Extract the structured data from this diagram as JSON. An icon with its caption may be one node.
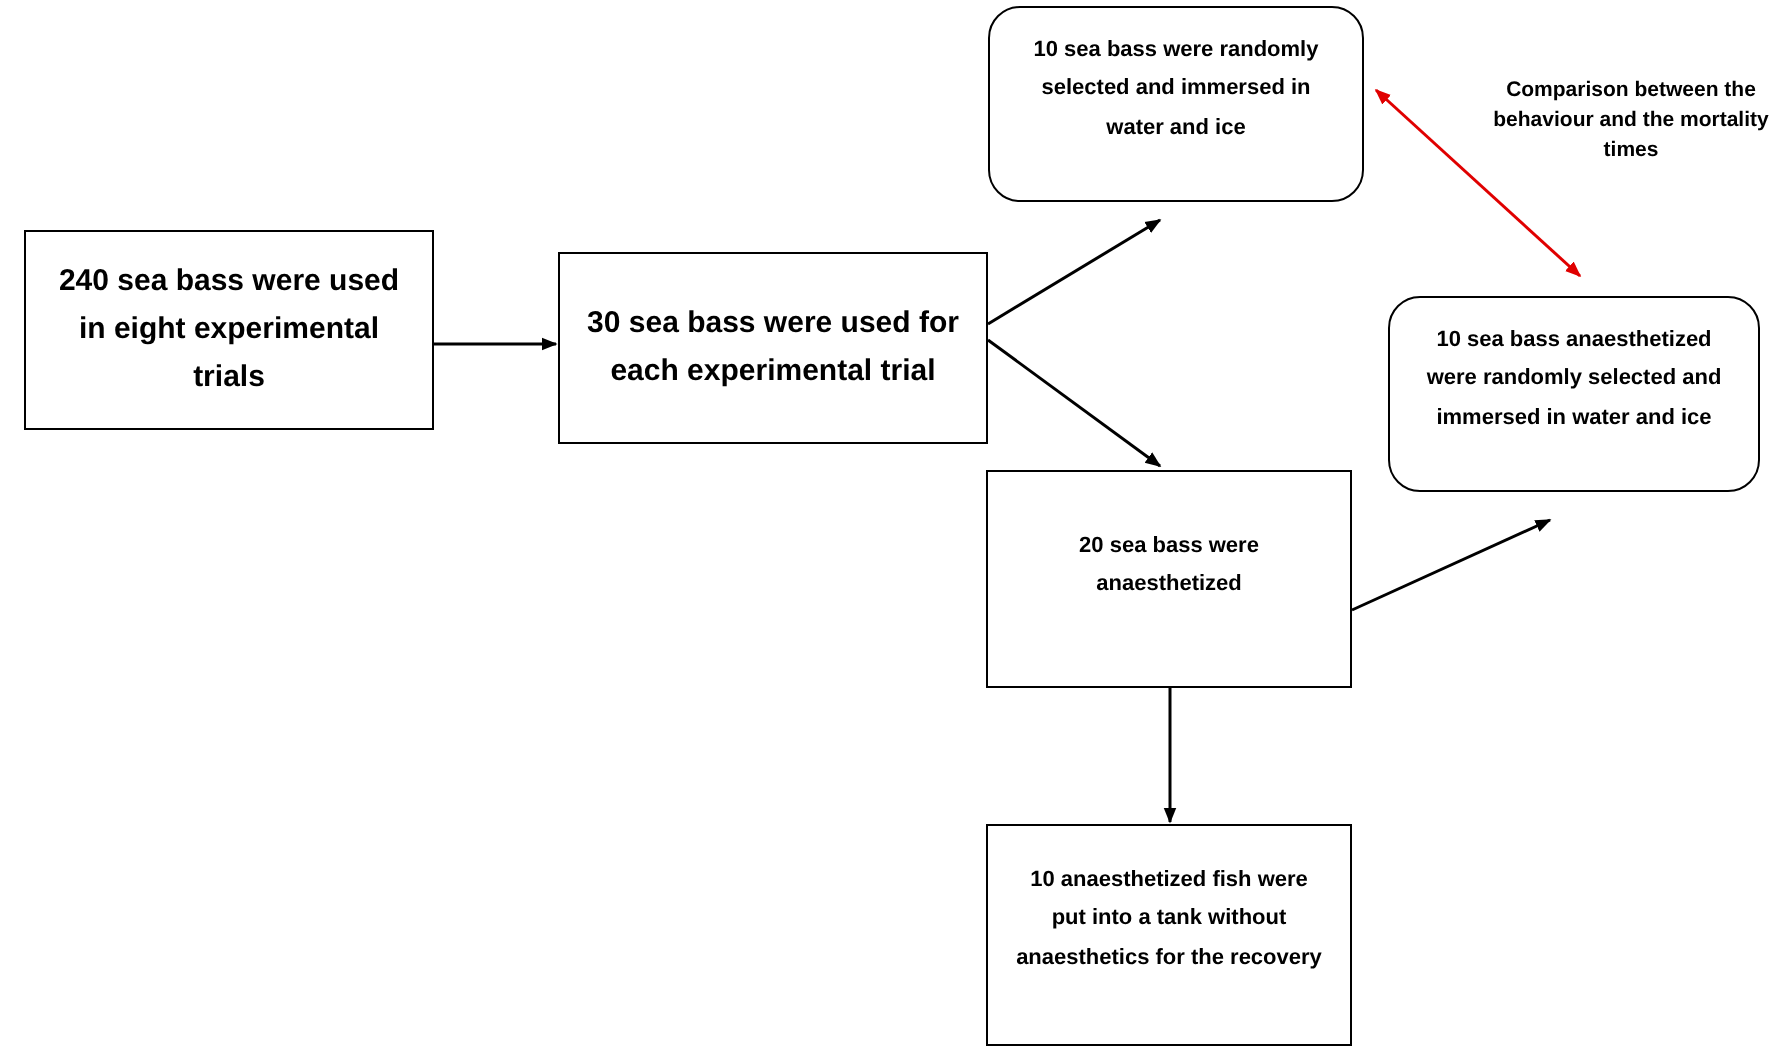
{
  "diagram": {
    "nodes": [
      {
        "text": [
          "240 sea bass were used in eight experimental trials"
        ]
      },
      {
        "text": [
          "30 sea bass were used for each experimental trial"
        ]
      },
      {
        "text": [
          "10 sea bass were randomly selected and immersed in water and ice"
        ]
      },
      {
        "text": [
          "10 sea bass anaesthetized were randomly selected and immersed in water and ice"
        ]
      },
      {
        "text": [
          "20 sea bass were anaesthetized"
        ]
      },
      {
        "text": [
          "10 anaesthetized fish were put into a tank without anaesthetics for the recovery"
        ]
      }
    ],
    "edges": [
      {
        "from": 0,
        "to": 1,
        "arrow": "to"
      },
      {
        "from": 1,
        "to": 2,
        "arrow": "to"
      },
      {
        "from": 1,
        "to": 4,
        "arrow": "to"
      },
      {
        "from": 4,
        "to": 3,
        "arrow": "to"
      },
      {
        "from": 4,
        "to": 5,
        "arrow": "to"
      },
      {
        "from": 2,
        "to": 3,
        "arrow": "both",
        "label": "Comparison between the behaviour and the mortality times",
        "color": "#e00000"
      }
    ]
  }
}
